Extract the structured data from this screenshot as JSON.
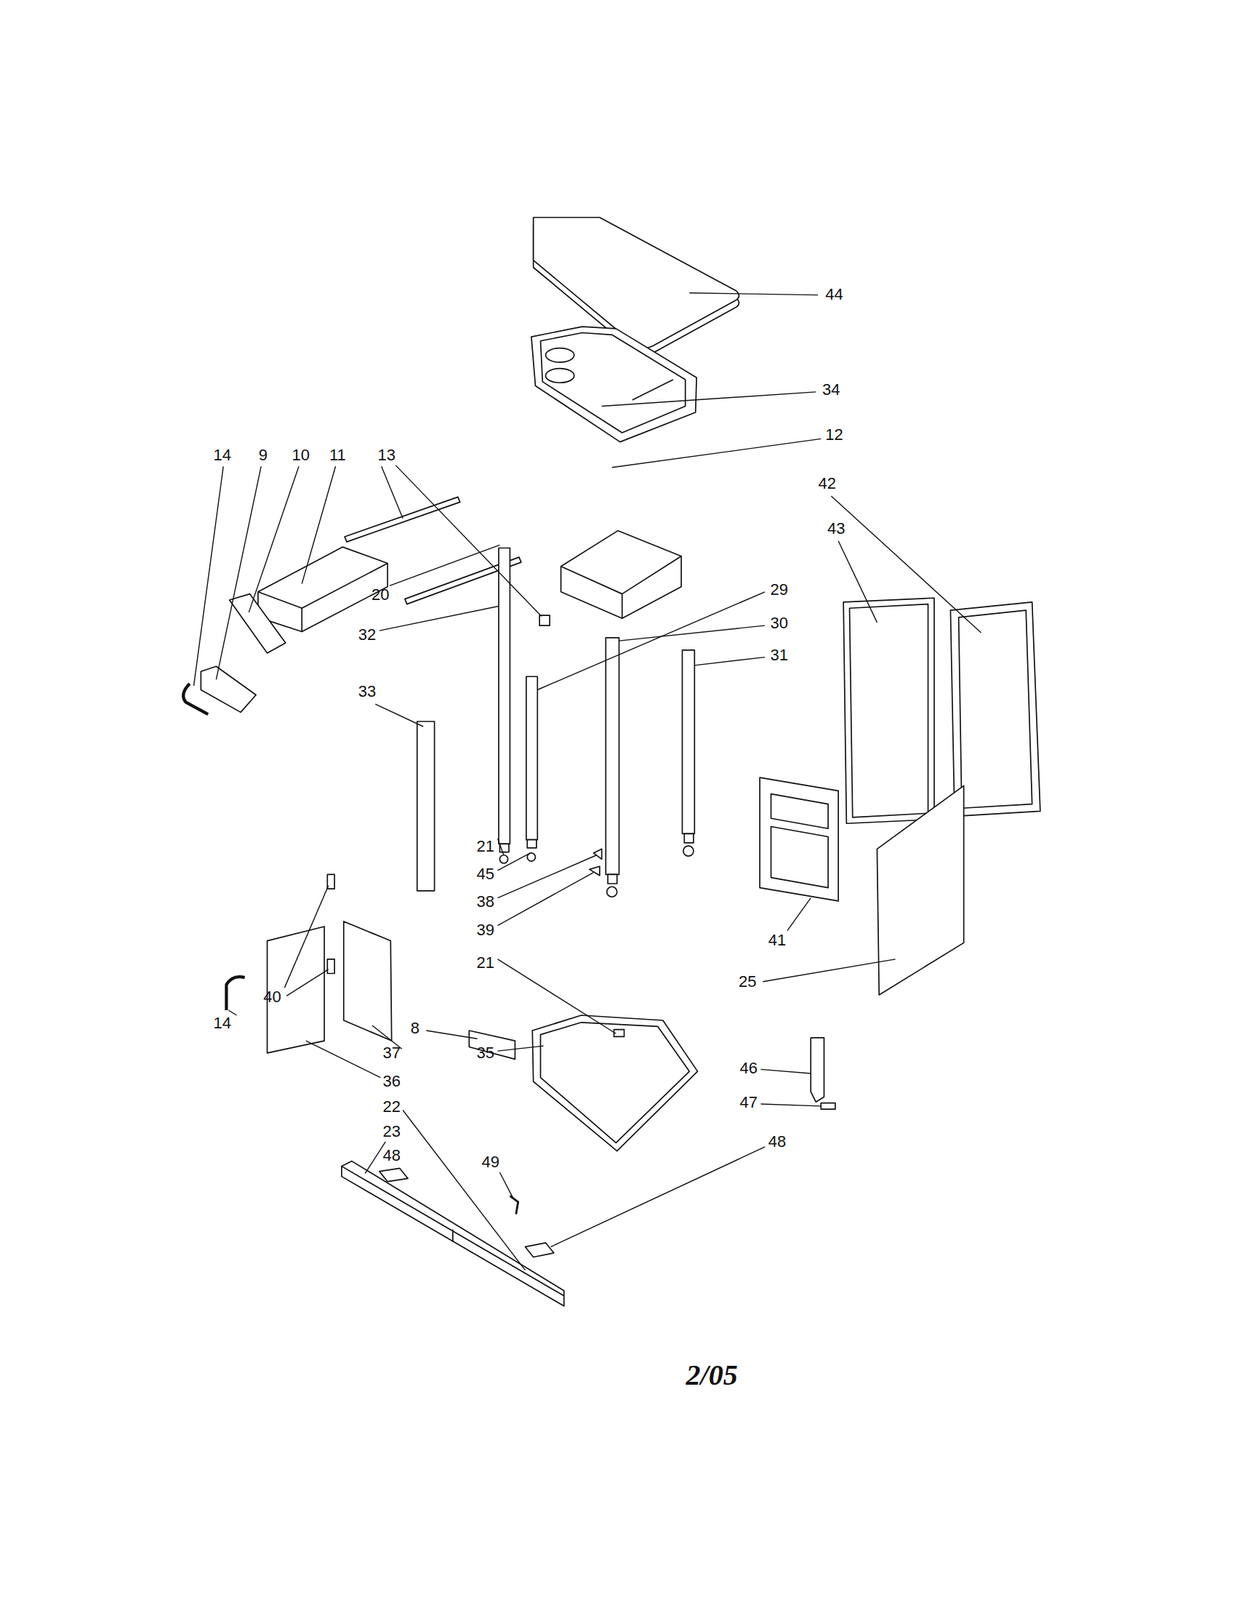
{
  "diagram": {
    "labels": [
      "44",
      "34",
      "12",
      "14",
      "9",
      "10",
      "11",
      "13",
      "42",
      "43",
      "29",
      "20",
      "30",
      "32",
      "31",
      "33",
      "21",
      "45",
      "38",
      "39",
      "41",
      "21",
      "25",
      "40",
      "14",
      "8",
      "37",
      "35",
      "46",
      "36",
      "47",
      "22",
      "23",
      "48",
      "49",
      "48",
      "2/05"
    ]
  }
}
